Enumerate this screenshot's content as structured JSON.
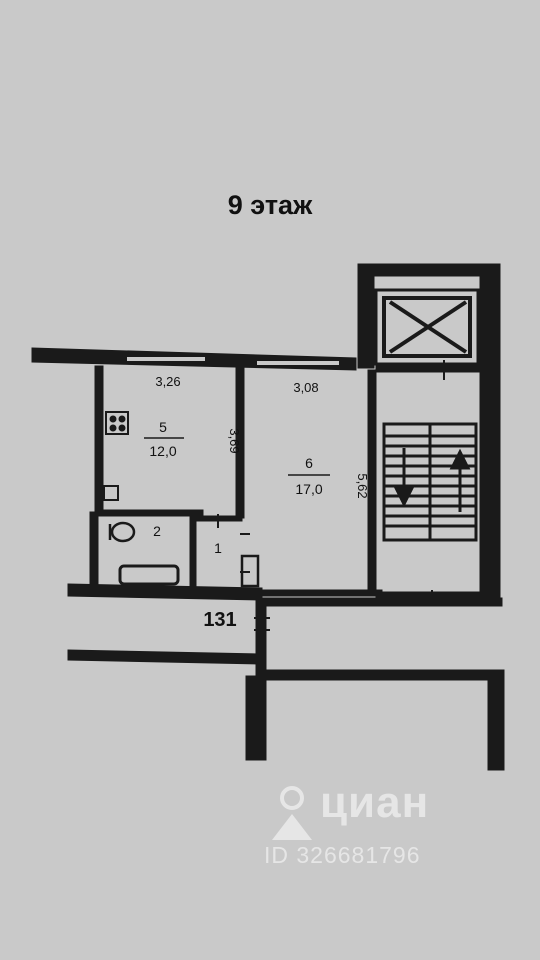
{
  "floor_title": "9 этаж",
  "apartment_number": "131",
  "rooms": [
    {
      "number": "5",
      "area": "12,0",
      "width": "3,26",
      "depth": "3,69"
    },
    {
      "number": "6",
      "area": "17,0",
      "width": "3,08",
      "depth": "5,62"
    },
    {
      "number": "2"
    },
    {
      "number": "1"
    }
  ],
  "watermark": {
    "brand": "циан",
    "listing_id": "ID 326681796"
  },
  "colors": {
    "background": "#c9c9c9",
    "ink": "#111111",
    "watermark": "#e6e6e6"
  }
}
